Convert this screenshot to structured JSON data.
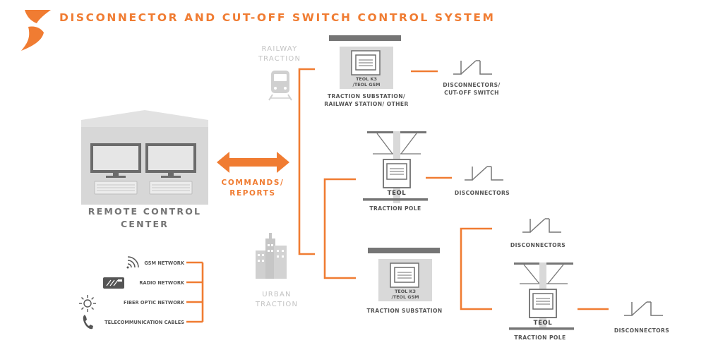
{
  "title": "DISCONNECTOR AND CUT-OFF SWITCH CONTROL SYSTEM",
  "remote_center": {
    "line1": "REMOTE CONTROL",
    "line2": "CENTER"
  },
  "commands": {
    "line1": "COMMANDS/",
    "line2": "REPORTS"
  },
  "railway": {
    "line1": "RAILWAY",
    "line2": "TRACTION"
  },
  "urban": {
    "line1": "URBAN",
    "line2": "TRACTION"
  },
  "substation_top": {
    "device_line1": "TEOL K3",
    "device_line2": "/TEOL GSM",
    "label_line1": "TRACTION SUBSTATION/",
    "label_line2": "RAILWAY STATION/ OTHER",
    "switch_line1": "DISCONNECTORS/",
    "switch_line2": "CUT-OFF SWITCH"
  },
  "pole_mid": {
    "device": "TEOL",
    "label": "TRACTION POLE",
    "switch": "DISCONNECTORS"
  },
  "substation_bottom": {
    "device_line1": "TEOL K3",
    "device_line2": "/TEOL GSM",
    "label": "TRACTION SUBSTATION",
    "switch_upper": "DISCONNECTORS"
  },
  "pole_bottom": {
    "device": "TEOL",
    "label": "TRACTION POLE",
    "switch": "DISCONNECTORS"
  },
  "networks": [
    {
      "label": "GSM NETWORK",
      "icon": "wifi-signal-icon"
    },
    {
      "label": "RADIO NETWORK",
      "icon": "radio-icon"
    },
    {
      "label": "FIBER OPTIC NETWORK",
      "icon": "fiber-optic-icon"
    },
    {
      "label": "TELECOMMUNICATION CABLES",
      "icon": "phone-icon"
    }
  ],
  "colors": {
    "accent": "#f07c32",
    "gray": "#777777",
    "light_gray": "#d4d4d4"
  }
}
